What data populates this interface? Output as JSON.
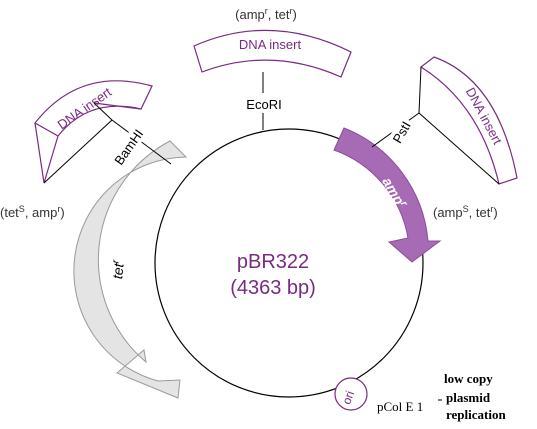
{
  "plasmid": {
    "name": "pBR322",
    "size": "(4363 bp)"
  },
  "sites": {
    "ecori": "EcoRI",
    "bamhi": "BamHI",
    "psti": "PstI"
  },
  "inserts": {
    "top_label": "DNA insert",
    "left_label": "DNA insert",
    "right_label": "DNA insert"
  },
  "phenotypes": {
    "top": {
      "open": "(amp",
      "mid": ", tet",
      "close": ")",
      "sup1": "r",
      "sup2": "r"
    },
    "left": {
      "open": "(tet",
      "mid": ", amp",
      "close": ")",
      "sup1": "S",
      "sup2": "r"
    },
    "right": {
      "open": "(amp",
      "mid": ", tet",
      "close": ")",
      "sup1": "S",
      "sup2": "r"
    }
  },
  "genes": {
    "tet": {
      "base": "tet",
      "sup": "r"
    },
    "amp": {
      "base": "amp",
      "sup": "r"
    }
  },
  "origin": {
    "label": "ori",
    "pcol": "pCol E 1",
    "note_line1": "low copy",
    "note_line2": "plasmid",
    "note_line3": "replication"
  },
  "colors": {
    "purple": "#7a2a82",
    "amp_fill": "#a66bb4",
    "tet_fill": "#e5e5e5",
    "outline": "#000000"
  }
}
